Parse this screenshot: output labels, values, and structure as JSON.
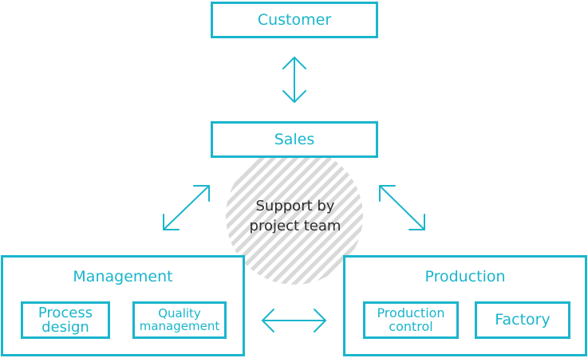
{
  "colors": {
    "accent": "#1ab5cc",
    "hatch": "#d9d9d9",
    "text_dark": "#2b2b2b"
  },
  "customer": {
    "label": "Customer"
  },
  "sales": {
    "label": "Sales"
  },
  "support": {
    "line1": "Support by",
    "line2": "project team"
  },
  "management": {
    "title": "Management",
    "process_design": {
      "line1": "Process",
      "line2": "design"
    },
    "quality_management": {
      "line1": "Quality",
      "line2": "management"
    }
  },
  "production": {
    "title": "Production",
    "production_control": {
      "line1": "Production",
      "line2": "control"
    },
    "factory": {
      "label": "Factory"
    }
  },
  "arrows": {
    "customer_sales": "double-arrow-icon",
    "sales_management": "double-arrow-icon",
    "sales_production": "double-arrow-icon",
    "management_production": "double-arrow-icon"
  }
}
